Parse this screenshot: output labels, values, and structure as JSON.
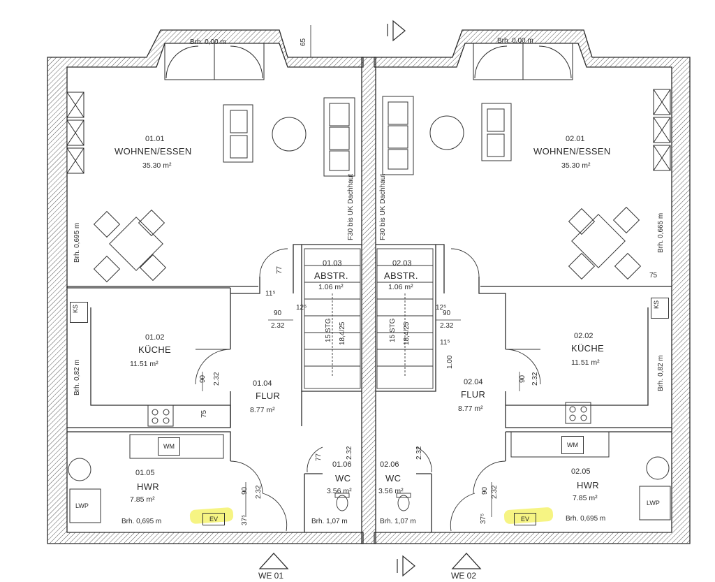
{
  "units": [
    {
      "id": "WE 01",
      "rooms": [
        {
          "no": "01.01",
          "name": "WOHNEN/ESSEN",
          "area": "35.30 m²"
        },
        {
          "no": "01.02",
          "name": "KÜCHE",
          "area": "11.51 m²"
        },
        {
          "no": "01.03",
          "name": "ABSTR.",
          "area": "1.06 m²"
        },
        {
          "no": "01.04",
          "name": "FLUR",
          "area": "8.77 m²"
        },
        {
          "no": "01.05",
          "name": "HWR",
          "area": "7.85 m²"
        },
        {
          "no": "01.06",
          "name": "WC",
          "area": "3.56 m²"
        }
      ]
    },
    {
      "id": "WE 02",
      "rooms": [
        {
          "no": "02.01",
          "name": "WOHNEN/ESSEN",
          "area": "35.30 m²"
        },
        {
          "no": "02.02",
          "name": "KÜCHE",
          "area": "11.51 m²"
        },
        {
          "no": "02.03",
          "name": "ABSTR.",
          "area": "1.06 m²"
        },
        {
          "no": "02.04",
          "name": "FLUR",
          "area": "8.77 m²"
        },
        {
          "no": "02.05",
          "name": "HWR",
          "area": "7.85 m²"
        },
        {
          "no": "02.06",
          "name": "WC",
          "area": "3.56 m²"
        }
      ]
    }
  ],
  "labels": {
    "brh_top": "Brh. 0,00 m",
    "brh_side_left": "Brh. 0,695 m",
    "brh_side_right": "Brh. 0,665 m",
    "brh_kitchen": "Brh. 0,82 m",
    "brh_hwr": "Brh. 0,695 m",
    "brh_wc": "Brh. 1,07 m",
    "fire_wall": "F30 bis UK Dachhaut",
    "stair": "15 STG",
    "stair_ratio": "18,4/25",
    "ks": "KS",
    "wm": "WM",
    "lwp": "LWP",
    "ev": "EV"
  },
  "dims": {
    "d65": "65",
    "d90": "90",
    "d232": "2.32",
    "d75": "75",
    "d77": "77",
    "d125": "12⁵",
    "d115": "11⁵",
    "d37": "37⁵",
    "d100": "1.00"
  },
  "entrances": [
    "WE 01",
    "WE 02"
  ],
  "colors": {
    "line": "#2a2a2a",
    "hatch": "#555555",
    "highlight": "#f3f05a"
  }
}
